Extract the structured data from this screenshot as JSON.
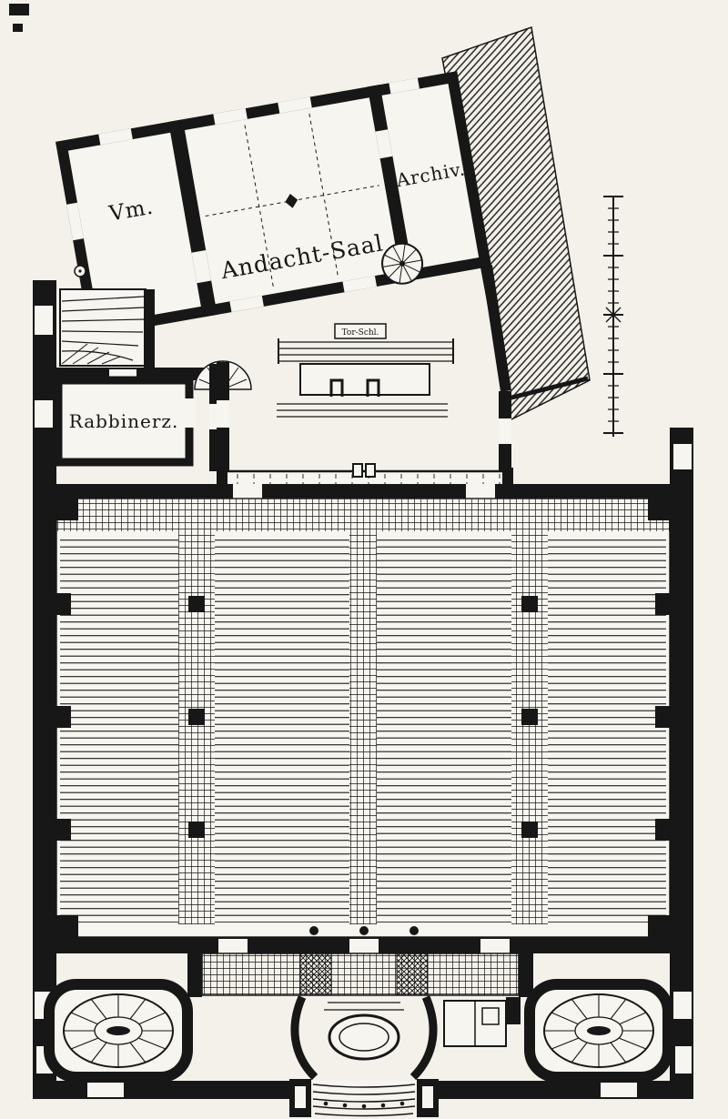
{
  "colors": {
    "paper": "#f4f1ea",
    "ink": "#171717",
    "room_fill": "#f7f5ef"
  },
  "labels": {
    "vm": "Vm.",
    "andacht_saal": "Andacht-Saal",
    "archiv": "Archiv.",
    "rabbinerz": "Rabbinerz.",
    "tor": "Tor-Schl."
  }
}
